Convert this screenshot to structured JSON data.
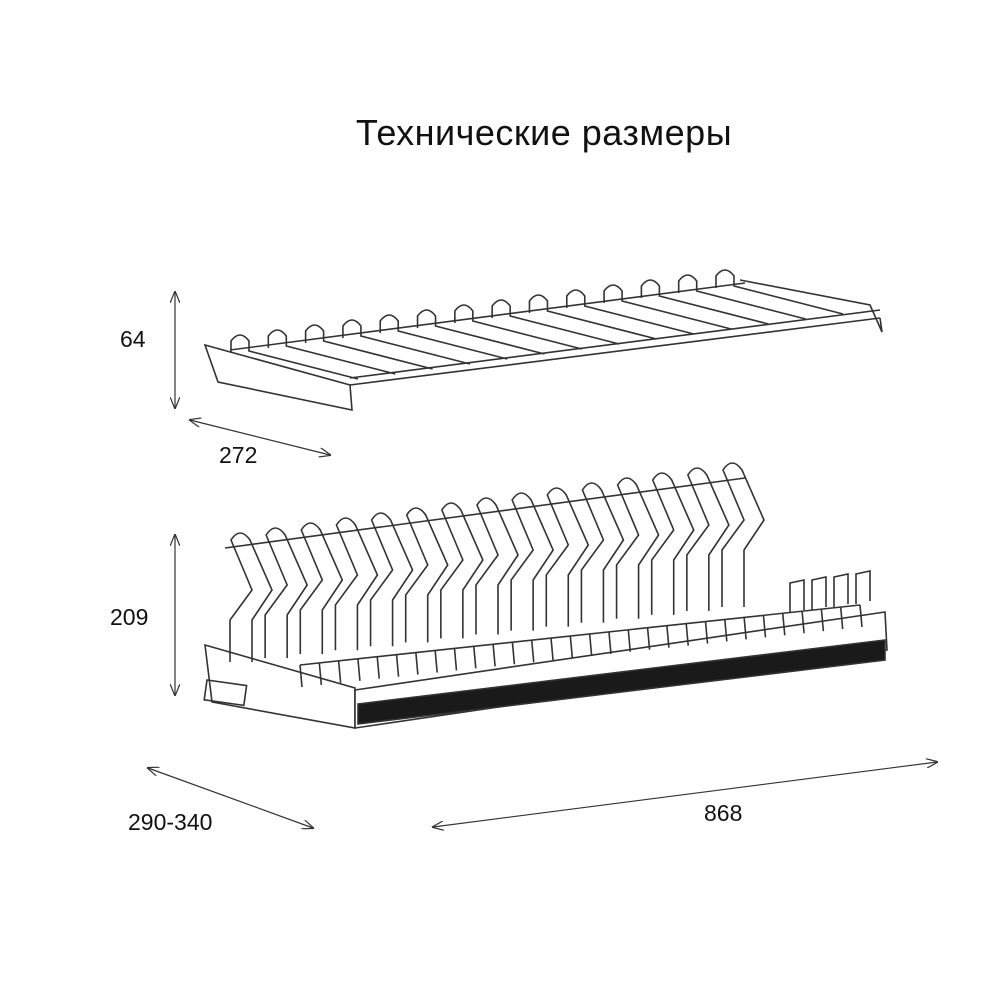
{
  "title": "Технические размеры",
  "dimensions": {
    "upper_height": "64",
    "upper_depth": "272",
    "lower_height": "209",
    "lower_depth": "290-340",
    "width": "868"
  },
  "colors": {
    "line": "#333333",
    "tray_bar": "#1a1a1a"
  },
  "racks": {
    "upper_loops": 14,
    "lower_loops": 15
  }
}
